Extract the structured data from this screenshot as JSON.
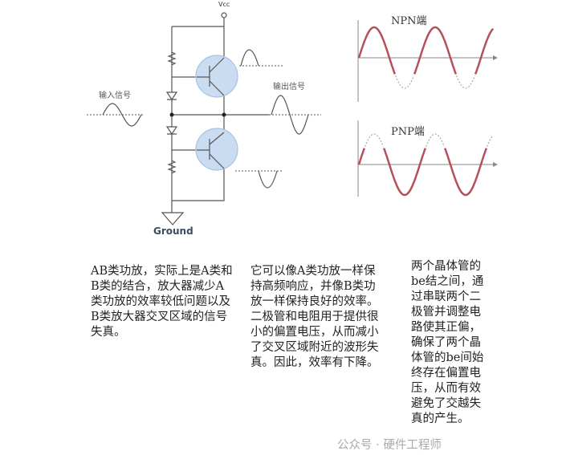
{
  "circuit": {
    "vcc": "Vcc",
    "ground": "Ground",
    "input_label": "输入信号",
    "output_label": "输出信号",
    "circle_color": "#c9dcf2"
  },
  "waves": {
    "npn_title": "NPN端",
    "pnp_title": "PNP端",
    "wave_color": "#b5505a",
    "cycles": 2.2
  },
  "text": {
    "col1": "AB类功放，实际上是A类和B类的结合，放大器减少A类功放的效率较低问题以及B类放大器交叉区域的信号失真。",
    "col2a": "它可以像A类功放一样保持高频响应，并像B类功放一样保持良好的效率。",
    "col2b": "二极管和电阻用于提供很小的偏置电压，从而减小了交叉区域附近的波形失真。因此，效率有下降。",
    "col3": "两个晶体管的be结之间，通过串联两个二极管并调整电路使其正偏，确保了两个晶体管的be间始终存在偏置电压，从而有效避免了交越失真的产生。"
  },
  "watermark": "公众号 · 硬件工程师"
}
